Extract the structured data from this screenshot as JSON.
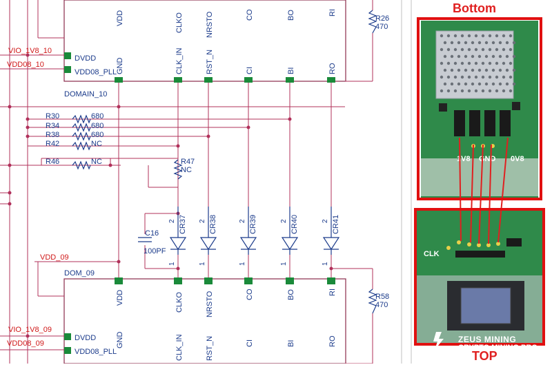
{
  "schematic": {
    "top_chip": {
      "top_pins": [
        "VDD",
        "CLKO",
        "NRSTO",
        "CO",
        "BO",
        "RI"
      ],
      "bottom_pins": [
        "GND",
        "CLK_IN",
        "RST_N",
        "CI",
        "BI",
        "RO"
      ],
      "left_pins": [
        "DVDD",
        "VDD08_PLL"
      ],
      "domain": "DOMAIN_10"
    },
    "bottom_chip": {
      "top_pins": [
        "VDD",
        "CLKO",
        "NRSTO",
        "CO",
        "BO",
        "RI"
      ],
      "bottom_pins": [
        "GND",
        "CLK_IN",
        "RST_N",
        "CI",
        "BI",
        "RO"
      ],
      "left_pins": [
        "DVDD",
        "VDD08_PLL"
      ],
      "domain": "DOM_09"
    },
    "net_labels": {
      "vio_top": "VIO_1V8_10",
      "vdd08_top": "VDD08_10",
      "vdd_09": "VDD_09",
      "vio_bottom": "VIO_1V8_09",
      "vdd08_bottom": "VDD08_09"
    },
    "resistors": [
      {
        "ref": "R30",
        "value": "680"
      },
      {
        "ref": "R34",
        "value": "680"
      },
      {
        "ref": "R38",
        "value": "680"
      },
      {
        "ref": "R42",
        "value": "NC"
      },
      {
        "ref": "R46",
        "value": "NC"
      }
    ],
    "r47": {
      "ref": "R47",
      "value": "NC"
    },
    "r26": {
      "ref": "R26",
      "value": "470"
    },
    "r58": {
      "ref": "R58",
      "value": "470"
    },
    "capacitor": {
      "ref": "C16",
      "value": "100PF"
    },
    "diodes": [
      "CR37",
      "CR38",
      "CR39",
      "CR40",
      "CR41"
    ],
    "pin_number_top": "2",
    "pin_number_bottom": "1"
  },
  "photo": {
    "bottom_title": "Bottom",
    "top_title": "TOP",
    "pad_labels": [
      "1V8",
      "GND",
      "0V8"
    ],
    "clk_label": "CLK",
    "brand_line1": "ZEUS MINING",
    "brand_line2": "CRYPTO MINING PRO"
  },
  "colors": {
    "wire": "#b0305a",
    "pin": "#1a8a3a",
    "text_blue": "#1a3a8a",
    "text_red": "#d01818",
    "highlight": "#e01010"
  }
}
